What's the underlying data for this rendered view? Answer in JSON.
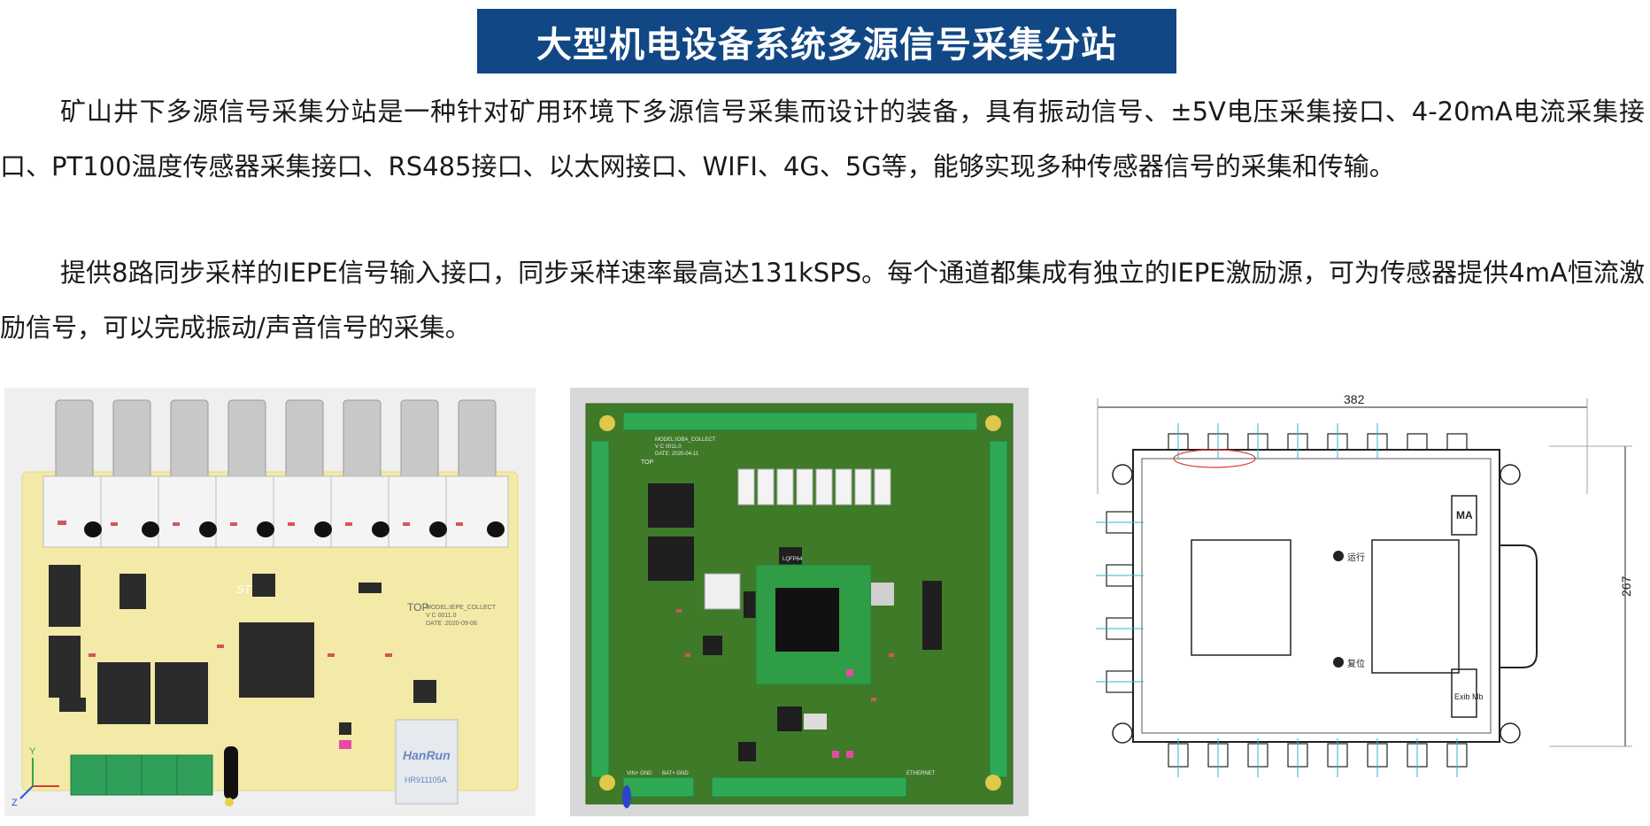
{
  "title": "大型机电设备系统多源信号采集分站",
  "paragraphs": {
    "p1": "矿山井下多源信号采集分站是一种针对矿用环境下多源信号采集而设计的装备，具有振动信号、±5V电压采集接口、4-20mA电流采集接口、PT100温度传感器采集接口、RS485接口、以太网接口、WIFI、4G、5G等，能够实现多种传感器信号的采集和传输。",
    "p2": "提供8路同步采样的IEPE信号输入接口，同步采样速率最高达131kSPS。每个通道都集成有独立的IEPE激励源，可为传感器提供4mA恒流激励信号，可以完成振动/声音信号的采集。"
  },
  "fig1": {
    "silk_top": "TOP",
    "silk_model": "MODEL:IEPE_COLLECT",
    "silk_ver": "V C 0011.0",
    "silk_date": "DATE :2020-09-08",
    "chip_logo": "ST",
    "rj45_brand": "HanRun",
    "rj45_model": "HR911105A",
    "axis_y": "Y",
    "axis_z": "Z"
  },
  "fig2": {
    "silk_model": "MODEL:IOBA_COLLECT",
    "silk_ver": "V C 0011.0",
    "silk_date": "DATE: 2020-04-11",
    "silk_top": "TOP",
    "lqfp": "LQFP64",
    "ethernet": "ETHERNET",
    "bottom_left": "VIN+ GND",
    "bottom_mid": "BAT+ GND"
  },
  "fig3": {
    "dim_width": "382",
    "dim_height": "267",
    "plate_ma": "MA",
    "plate_exib": "Exib Mb",
    "led_label_1": "运行",
    "led_label_2": "复位"
  }
}
